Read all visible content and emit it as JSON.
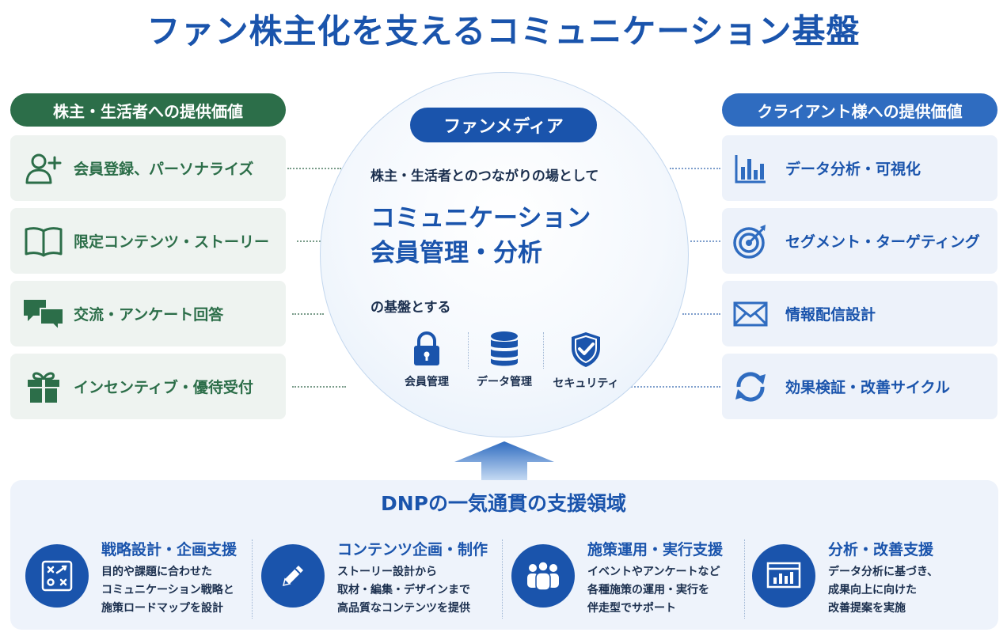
{
  "title": "ファン株主化を支えるコミュニケーション基盤",
  "left": {
    "header": "株主・生活者への提供価値",
    "items": [
      {
        "label": "会員登録、パーソナライズ",
        "icon": "add-user-icon"
      },
      {
        "label": "限定コンテンツ・ストーリー",
        "icon": "open-book-icon"
      },
      {
        "label": "交流・アンケート回答",
        "icon": "chat-bubbles-icon"
      },
      {
        "label": "インセンティブ・優待受付",
        "icon": "gift-icon"
      }
    ]
  },
  "right": {
    "header": "クライアント様への提供価値",
    "items": [
      {
        "label": "データ分析・可視化",
        "icon": "bar-chart-icon"
      },
      {
        "label": "セグメント・ターゲティング",
        "icon": "target-icon"
      },
      {
        "label": "情報配信設計",
        "icon": "envelope-icon"
      },
      {
        "label": "効果検証・改善サイクル",
        "icon": "refresh-cycle-icon"
      }
    ]
  },
  "center": {
    "badge": "ファンメディア",
    "lead": "株主・生活者とのつながりの場として",
    "main_line1": "コミュニケーション",
    "main_line2": "会員管理・分析",
    "foot": "の基盤とする",
    "features": [
      {
        "label": "会員管理",
        "icon": "lock-icon"
      },
      {
        "label": "データ管理",
        "icon": "database-icon"
      },
      {
        "label": "セキュリティ",
        "icon": "shield-check-icon"
      }
    ]
  },
  "support": {
    "title": "DNPの一気通貫の支援領域",
    "blocks": [
      {
        "title": "戦略設計・企画支援",
        "lines": [
          "目的や課題に合わせた",
          "コミュニケーション戦略と",
          "施策ロードマップを設計"
        ],
        "icon": "strategy-board-icon"
      },
      {
        "title": "コンテンツ企画・制作",
        "lines": [
          "ストーリー設計から",
          "取材・編集・デザインまで",
          "高品質なコンテンツを提供"
        ],
        "icon": "pencil-icon"
      },
      {
        "title": "施策運用・実行支援",
        "lines": [
          "イベントやアンケートなど",
          "各種施策の運用・実行を",
          "伴走型でサポート"
        ],
        "icon": "team-icon"
      },
      {
        "title": "分析・改善支援",
        "lines": [
          "データ分析に基づき、",
          "成果向上に向けた",
          "改善提案を実施"
        ],
        "icon": "analytics-screen-icon"
      }
    ]
  },
  "colors": {
    "primary_blue": "#1a54ac",
    "green": "#2c6e49",
    "right_blue": "#2f6cc0"
  }
}
